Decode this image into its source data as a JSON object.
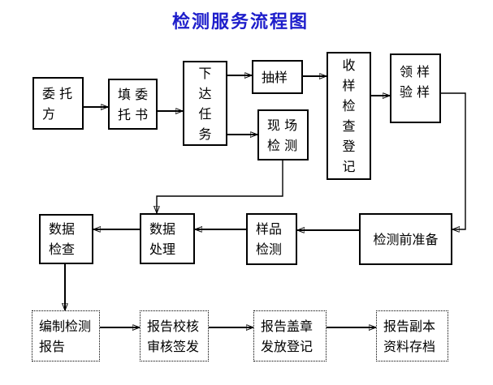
{
  "title": "检测服务流程图",
  "colors": {
    "title": "#1e1ecb",
    "line": "#000000",
    "background": "#ffffff"
  },
  "nodes": [
    {
      "id": "client",
      "lines": [
        "委 托",
        "方"
      ]
    },
    {
      "id": "fill-commission-form",
      "lines": [
        "填 委",
        "托 书"
      ]
    },
    {
      "id": "assign-task",
      "lines": [
        "下",
        "达",
        "任",
        "务"
      ]
    },
    {
      "id": "sampling",
      "lines": [
        "抽样"
      ]
    },
    {
      "id": "onsite-testing",
      "lines": [
        "现 场",
        "检 测"
      ]
    },
    {
      "id": "sample-receipt-register",
      "lines": [
        "收",
        "样",
        "检",
        "查",
        "登",
        "记"
      ]
    },
    {
      "id": "collect-verify-sample",
      "lines": [
        "领 样",
        "验 样"
      ]
    },
    {
      "id": "data-check",
      "lines": [
        "数据",
        "检查"
      ]
    },
    {
      "id": "data-processing",
      "lines": [
        "数据",
        "处理"
      ]
    },
    {
      "id": "sample-testing",
      "lines": [
        "样品",
        "检测"
      ]
    },
    {
      "id": "pre-test-preparation",
      "lines": [
        "检测前准备"
      ]
    },
    {
      "id": "compile-test-report",
      "lines": [
        "编制检测",
        "报告"
      ]
    },
    {
      "id": "report-review-sign",
      "lines": [
        "报告校核",
        "审核签发"
      ]
    },
    {
      "id": "report-seal-issue",
      "lines": [
        "报告盖章",
        "发放登记"
      ]
    },
    {
      "id": "report-copy-archive",
      "lines": [
        "报告副本",
        "资料存档"
      ]
    }
  ],
  "edges": [
    {
      "from": "client",
      "to": "fill-commission-form"
    },
    {
      "from": "fill-commission-form",
      "to": "assign-task"
    },
    {
      "from": "assign-task",
      "to": "sampling"
    },
    {
      "from": "assign-task",
      "to": "onsite-testing"
    },
    {
      "from": "sampling",
      "to": "sample-receipt-register"
    },
    {
      "from": "sample-receipt-register",
      "to": "collect-verify-sample"
    },
    {
      "from": "collect-verify-sample",
      "to": "pre-test-preparation"
    },
    {
      "from": "onsite-testing",
      "to": "data-processing"
    },
    {
      "from": "pre-test-preparation",
      "to": "sample-testing"
    },
    {
      "from": "sample-testing",
      "to": "data-processing"
    },
    {
      "from": "data-processing",
      "to": "data-check"
    },
    {
      "from": "data-check",
      "to": "compile-test-report"
    },
    {
      "from": "compile-test-report",
      "to": "report-review-sign"
    },
    {
      "from": "report-review-sign",
      "to": "report-seal-issue"
    },
    {
      "from": "report-seal-issue",
      "to": "report-copy-archive"
    }
  ]
}
